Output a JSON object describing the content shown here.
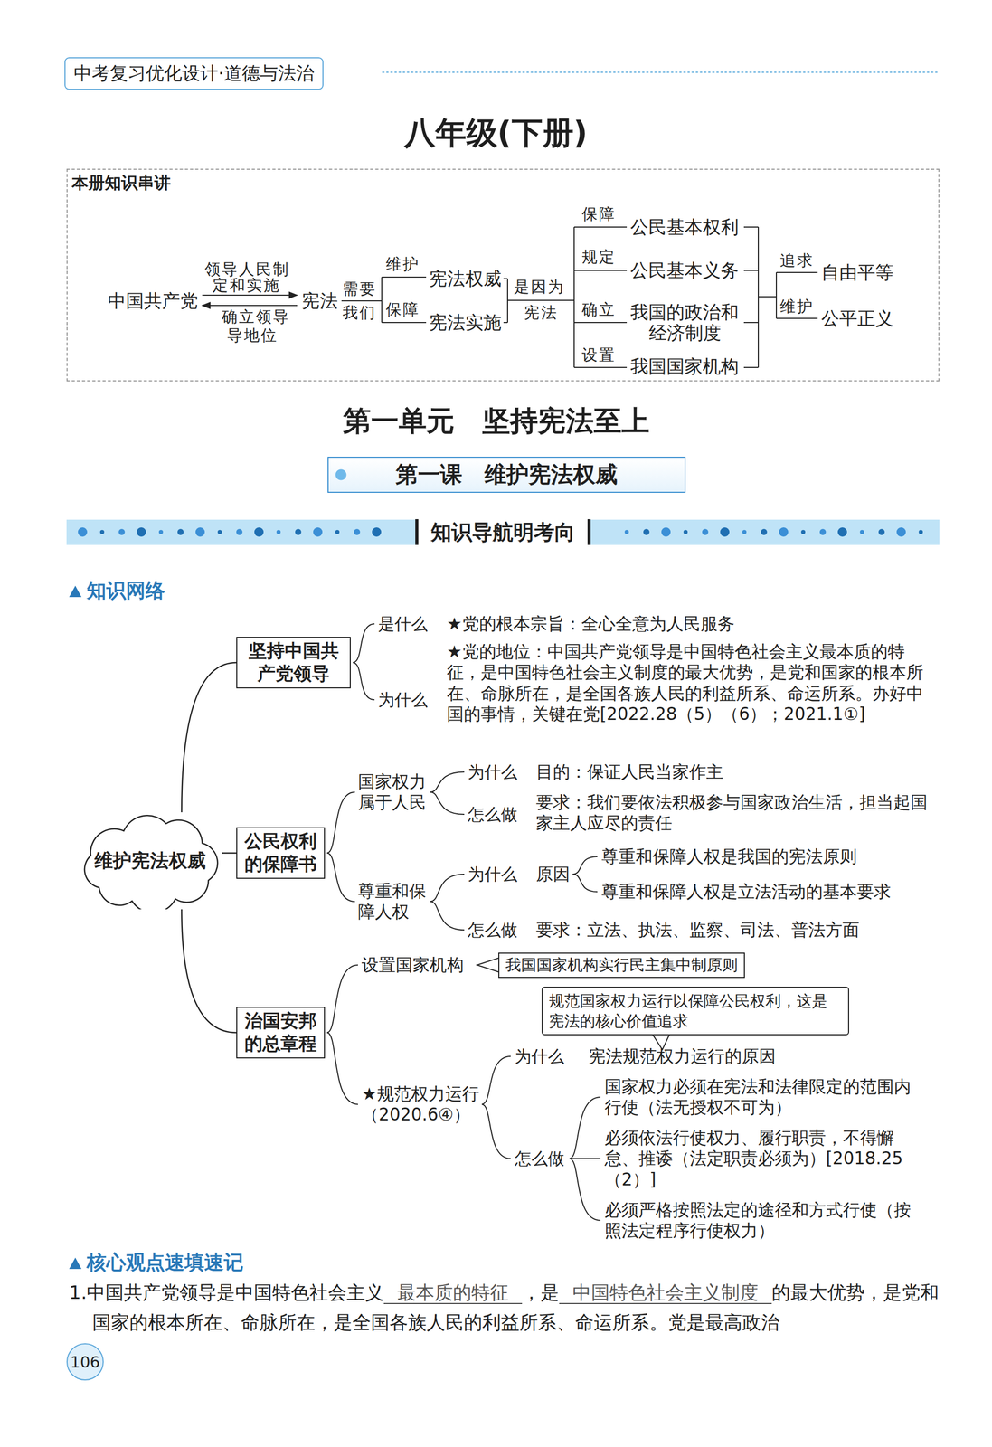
{
  "diagram": {
    "title": "八年级(下册)",
    "nodes": [
      {
        "text": [
          "中考复习优化设计·道德与法治"
        ]
      },
      {
        "text": [
          "本册知识串讲"
        ]
      },
      {
        "text": [
          "第一课　维护宪法权威"
        ]
      },
      {
        "text": [
          "知识导航明考向"
        ]
      },
      {
        "text": [
          "维护宪法权威"
        ]
      },
      {
        "text": [
          "坚持中国共产党领导"
        ]
      },
      {
        "text": [
          "公民权利的保障书"
        ]
      },
      {
        "text": [
          "治国安邦的总章程"
        ]
      },
      {
        "text": [
          "我国国家机构实行民主集中制原则"
        ]
      },
      {
        "text": [
          "规范国家权力运行以保障公民权利，这是宪法的核心价值追求"
        ]
      },
      {
        "text": [
          "106"
        ]
      }
    ],
    "edges": [
      {
        "from": 4,
        "to": 5,
        "arrow": "none"
      },
      {
        "from": 4,
        "to": 6,
        "arrow": "none"
      },
      {
        "from": 4,
        "to": 7,
        "arrow": "none"
      }
    ],
    "labels": [
      "中国共产党",
      "领导人民制",
      "定和实施",
      "确立领导",
      "导地位",
      "宪法",
      "需要",
      "我们",
      "维护",
      "宪法权威",
      "保障",
      "宪法实施",
      "是因为",
      "宪法",
      "保障",
      "公民基本权利",
      "规定",
      "公民基本义务",
      "确立",
      "我国的政治和",
      "经济制度",
      "设置",
      "我国国家机构",
      "追求",
      "自由平等",
      "维护",
      "公平正义",
      "第一单元　坚持宪法至上",
      "知识网络",
      "是什么",
      "★党的根本宗旨：全心全意为人民服务",
      "为什么",
      "★党的地位：中国共产党领导是中国特色社会主义最本质的特征，是中国特色社会主义制度的最大优势，是党和国家的根本所在、命脉所在，是全国各族人民的利益所系、命运所系。办好中国的事情，关键在党[2022.28（5）（6）；2021.1①]",
      "国家权力属于人民",
      "为什么",
      "目的：保证人民当家作主",
      "怎么做",
      "要求：我们要依法积极参与国家政治生活，担当起国家主人应尽的责任",
      "尊重和保障人权",
      "为什么",
      "原因",
      "尊重和保障人权是我国的宪法原则",
      "尊重和保障人权是立法活动的基本要求",
      "怎么做",
      "要求：立法、执法、监察、司法、普法方面",
      "设置国家机构",
      "★规范权力运行（2020.6④）",
      "为什么",
      "宪法规范权力运行的原因",
      "怎么做",
      "国家权力必须在宪法和法律限定的范围内行使（法无授权不可为）",
      "必须依法行使权力、履行职责，不得懈怠、推诿（法定职责必须为）[2018.25（2）]",
      "必须严格按照法定的途径和方式行使（按照法定程序行使权力）",
      "核心观点速填速记",
      "1.中国共产党领导是中国特色社会主义",
      "最本质的特征",
      "，是",
      "中国特色社会主义制度",
      "的最大优势，是党和国家的根本所在、命脉所在，是全国各族人民的利益所系、命运所系。党是最高政治"
    ]
  }
}
